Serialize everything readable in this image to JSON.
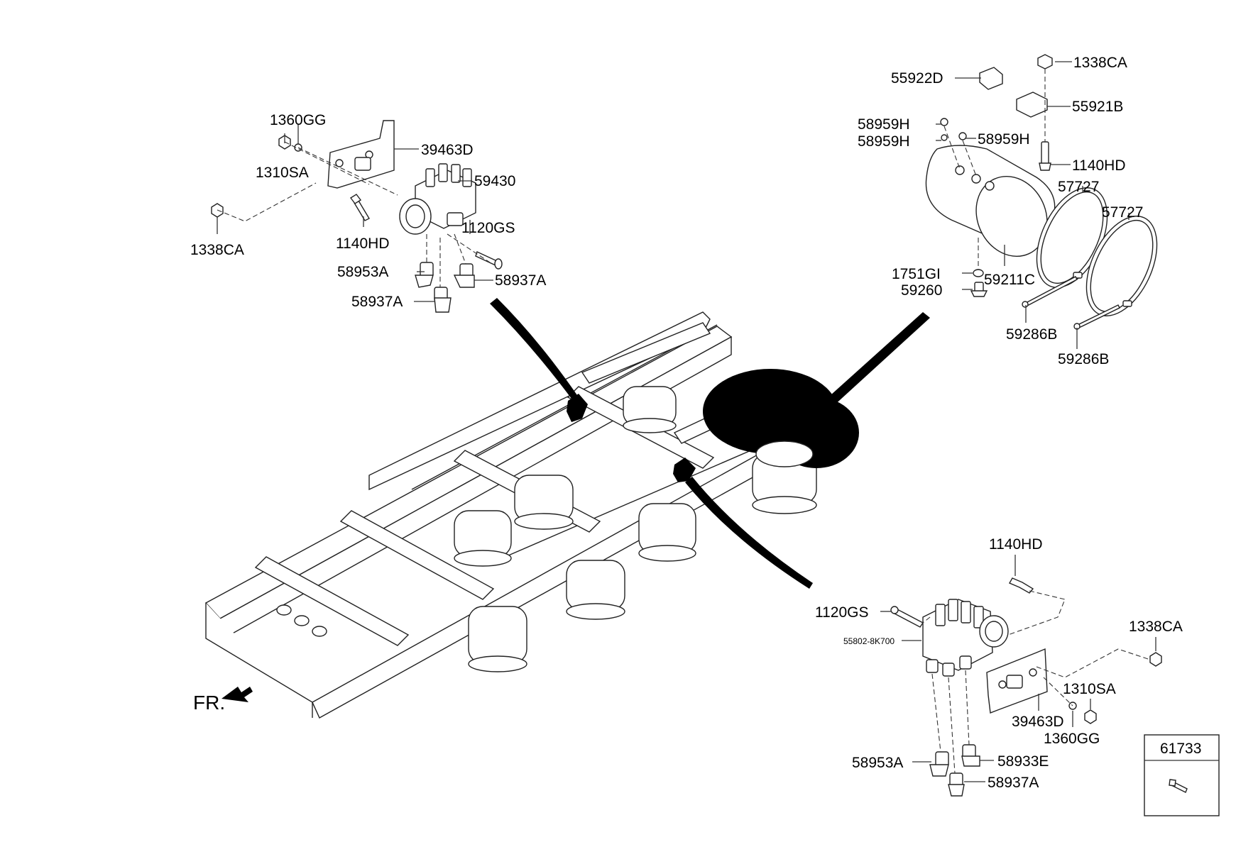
{
  "labels": {
    "l_1360GG_top": "1360GG",
    "l_39463D_top": "39463D",
    "l_1310SA_top": "1310SA",
    "l_59430": "59430",
    "l_1338CA_left": "1338CA",
    "l_1140HD_top": "1140HD",
    "l_1120GS_top": "1120GS",
    "l_58953A_top": "58953A",
    "l_58937A_top_r": "58937A",
    "l_58937A_top_l": "58937A",
    "l_55922D": "55922D",
    "l_1338CA_tr": "1338CA",
    "l_55921B": "55921B",
    "l_58959H_a": "58959H",
    "l_58959H_b": "58959H",
    "l_58959H_c": "58959H",
    "l_1140HD_tr": "1140HD",
    "l_57727_a": "57727",
    "l_57727_b": "57727",
    "l_1751GI": "1751GI",
    "l_59211C": "59211C",
    "l_59260": "59260",
    "l_59286B_a": "59286B",
    "l_59286B_b": "59286B",
    "l_1140HD_br": "1140HD",
    "l_1120GS_br": "1120GS",
    "l_1338CA_br": "1338CA",
    "l_55802": "55802-8K700",
    "l_1310SA_br": "1310SA",
    "l_39463D_br": "39463D",
    "l_1360GG_br": "1360GG",
    "l_58953A_br": "58953A",
    "l_58933E": "58933E",
    "l_58937A_br": "58937A",
    "l_61733": "61733",
    "l_fr": "FR."
  },
  "colors": {
    "line": "#333333",
    "fill": "#ffffff",
    "highlight": "#000000"
  }
}
